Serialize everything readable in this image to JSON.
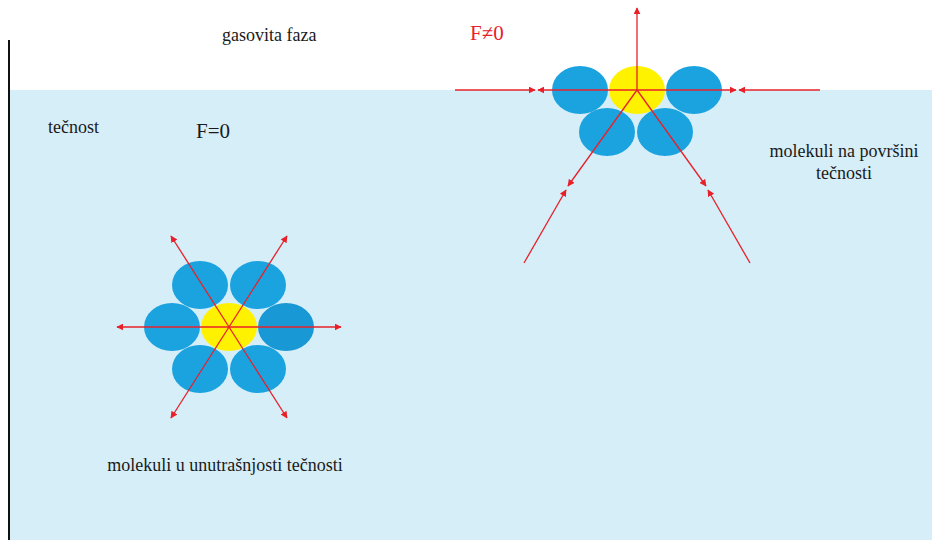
{
  "diagram": {
    "labels": [
      "gasovita faza",
      "F≠0",
      "tečnost",
      "F=0",
      "molekuli na površini tečnosti",
      "molekuli u unutrašnjosti tečnosti"
    ]
  }
}
